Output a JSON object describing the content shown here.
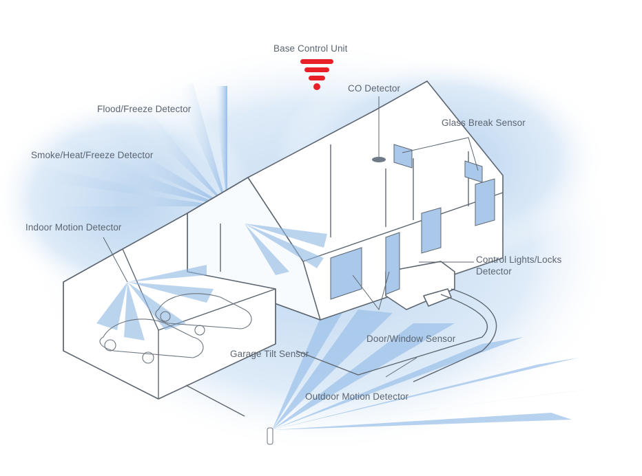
{
  "diagram": {
    "title": "Home Security System Layout",
    "hub": {
      "label": "Base Control Unit",
      "icon": "wifi-signal-icon",
      "color": "#e8202a"
    },
    "components": [
      {
        "id": "co-detector",
        "label": "CO Detector"
      },
      {
        "id": "glass-break-sensor",
        "label": "Glass Break Sensor"
      },
      {
        "id": "flood-freeze-detector",
        "label": "Flood/Freeze Detector"
      },
      {
        "id": "smoke-heat-freeze-detector",
        "label": "Smoke/Heat/Freeze Detector"
      },
      {
        "id": "indoor-motion-detector",
        "label": "Indoor Motion Detector"
      },
      {
        "id": "control-lights-locks-detector",
        "label": "Control Lights/Locks Detector"
      },
      {
        "id": "door-window-sensor",
        "label": "Door/Window Sensor"
      },
      {
        "id": "garage-tilt-sensor",
        "label": "Garage Tilt Sensor"
      },
      {
        "id": "outdoor-motion-detector",
        "label": "Outdoor Motion Detector"
      }
    ],
    "colors": {
      "beam": "#8fb8e4",
      "beam_light": "#cfe1f4",
      "outline": "#5d6670",
      "text": "#5b6470",
      "sensor_fill": "#a9c8ea"
    }
  }
}
